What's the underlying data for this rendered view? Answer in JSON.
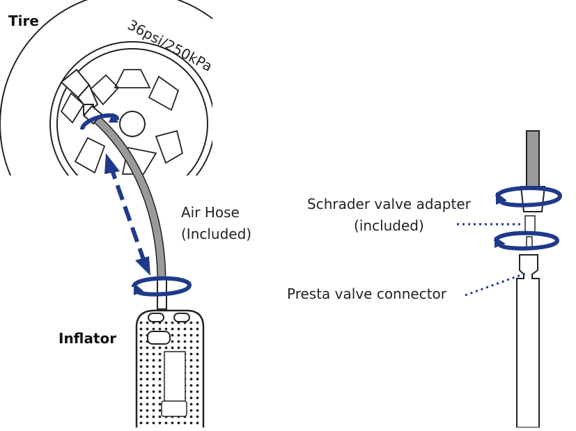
{
  "labels": {
    "tire": "Tire",
    "tire_pressure": "36psi/250kPa",
    "air_hose_line1": "Air Hose",
    "air_hose_line2": "(Included)",
    "inflator": "Inflator",
    "schrader_line1": "Schrader valve adapter",
    "schrader_line2": "(included)",
    "presta": "Presta valve connector"
  },
  "colors": {
    "arrow": "#1f3a8a",
    "line": "#222222",
    "hose": "#9a9a9a"
  }
}
